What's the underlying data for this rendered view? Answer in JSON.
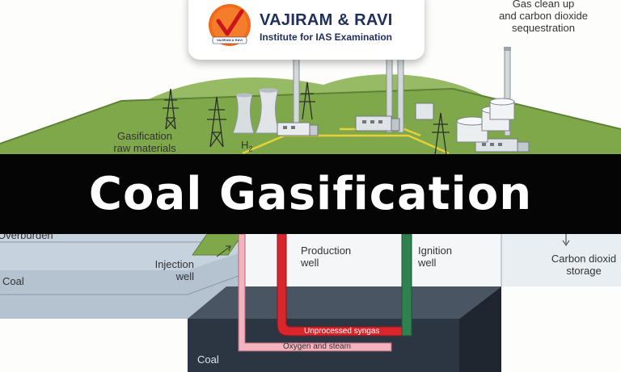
{
  "logo": {
    "name": "VAJIRAM & RAVI",
    "tagline": "Institute for IAS Examination",
    "emblem_text": "VAJIRAM & RAVI"
  },
  "title": "Coal Gasification",
  "diagram": {
    "gas_cleanup": [
      "Gas clean up",
      "and carbon dioxide",
      "sequestration"
    ],
    "raw_materials": [
      "Gasification",
      "raw materials"
    ],
    "h2": "H",
    "h2_sub": "2",
    "overburden": "Overburden",
    "injection_well": [
      "Injection",
      "well"
    ],
    "production_well": [
      "Production",
      "well"
    ],
    "ignition_well": [
      "Ignition",
      "well"
    ],
    "carbon_storage": [
      "Carbon dioxid",
      "storage"
    ],
    "coal_upper": "Coal",
    "coal_lower": "Coal",
    "unprocessed_syngas": "Unprocessed syngas",
    "oxygen_steam": "Oxygen and steam"
  },
  "colors": {
    "grass": "#7fa84a",
    "grass_dark": "#5e8236",
    "coal": "#2c3542",
    "strata": "#c6d3df",
    "production_pipe": "#d9262c",
    "injection_pipe": "#f3b3bf",
    "ignition_pipe": "#2f8250",
    "title_band": "#050505",
    "logo_orange": "#f26a1b"
  }
}
